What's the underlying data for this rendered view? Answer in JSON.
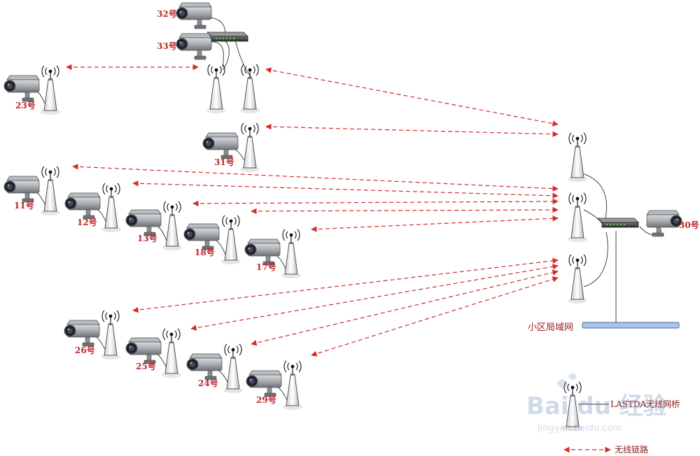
{
  "cameras": [
    {
      "id": "cam-32",
      "label": "32号"
    },
    {
      "id": "cam-33",
      "label": "33号"
    },
    {
      "id": "cam-23",
      "label": "23号"
    },
    {
      "id": "cam-31",
      "label": "31号"
    },
    {
      "id": "cam-11",
      "label": "11号"
    },
    {
      "id": "cam-12",
      "label": "12号"
    },
    {
      "id": "cam-13",
      "label": "13号"
    },
    {
      "id": "cam-18",
      "label": "18号"
    },
    {
      "id": "cam-17",
      "label": "17号"
    },
    {
      "id": "cam-26",
      "label": "26号"
    },
    {
      "id": "cam-25",
      "label": "25号"
    },
    {
      "id": "cam-24",
      "label": "24号"
    },
    {
      "id": "cam-29",
      "label": "29号"
    },
    {
      "id": "cam-30",
      "label": "30号"
    }
  ],
  "network": {
    "lan_label": "小区局域网"
  },
  "legend": {
    "bridge_label": "LASTDA无线网桥",
    "link_label": "无线链路"
  },
  "watermark": {
    "brand": "Bai du 经验",
    "url": "jingyan.baidu.com"
  },
  "colors": {
    "link": "#d42a2a",
    "label": "#c0252a",
    "lan_bar": "#a9c4e6"
  }
}
